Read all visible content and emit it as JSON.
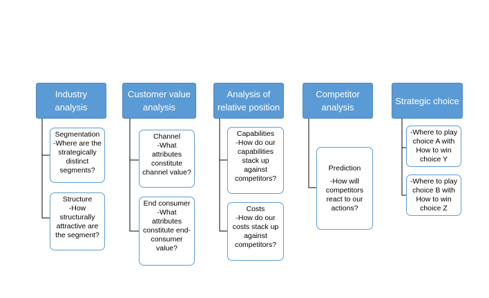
{
  "columns": [
    {
      "title": "Industry\nanalysis",
      "cards": [
        {
          "title": "Segmentation",
          "body": "-Where are the\nstrategically\ndistinct\nsegments?"
        },
        {
          "title": "Structure",
          "body": "-How\nstructurally\nattractive are\nthe segment?"
        }
      ]
    },
    {
      "title": "Customer value\nanalysis",
      "cards": [
        {
          "title": "Channel",
          "body": "-What\nattributes\nconstitute\nchannel value?"
        },
        {
          "title": "End consumer",
          "body": "-What\nattributes\nconstitute end-\nconsumer\nvalue?"
        }
      ]
    },
    {
      "title": "Analysis of\nrelative position",
      "cards": [
        {
          "title": "Capabilities",
          "body": "-How do our\ncapabilities\nstack up\nagainst\ncompetitors?"
        },
        {
          "title": "Costs",
          "body": "-How do our\ncosts stack up\nagainst\ncompetitors?"
        }
      ]
    },
    {
      "title": "Competitor\nanalysis",
      "cards": [
        {
          "title": "Prediction",
          "body": "-How will\ncompetitors\nreact to our\nactions?"
        }
      ]
    },
    {
      "title": "Strategic choice",
      "cards": [
        {
          "title": "",
          "body": "-Where to play\nchoice A with\nHow to win\nchoice Y"
        },
        {
          "title": "",
          "body": "-Where to play\nchoice B with\nHow to win\nchoice Z"
        }
      ]
    }
  ],
  "colors": {
    "header": "#5b9bd5",
    "border": "#5b9bd5",
    "connector": "#000000"
  }
}
